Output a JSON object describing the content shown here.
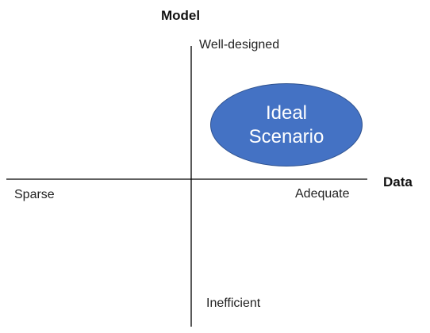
{
  "axes": {
    "vertical": {
      "title": "Model",
      "top_label": "Well-designed",
      "bottom_label": "Inefficient"
    },
    "horizontal": {
      "title": "Data",
      "left_label": "Sparse",
      "right_label": "Adequate"
    }
  },
  "highlight": {
    "line1": "Ideal",
    "line2": "Scenario",
    "fill_color": "#4472c4",
    "border_color": "#2f528f"
  },
  "colors": {
    "axis_line": "#000000",
    "text": "#1a1a1a"
  }
}
